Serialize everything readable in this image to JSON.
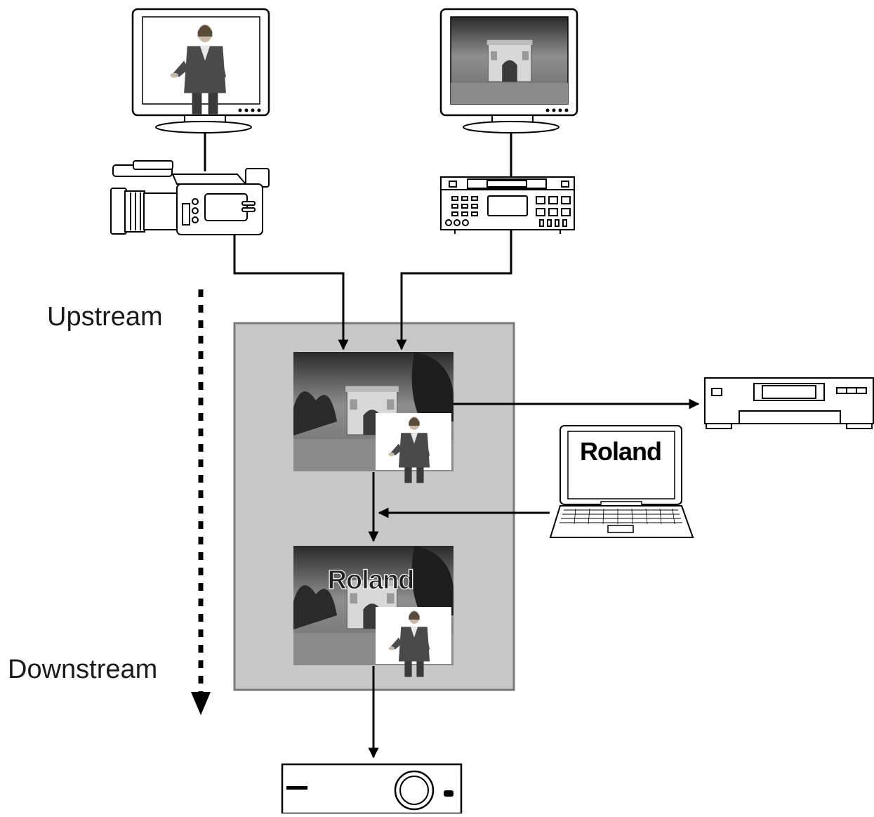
{
  "labels": {
    "upstream": "Upstream",
    "downstream": "Downstream"
  },
  "branding": {
    "laptop_screen_text": "Roland",
    "overlay_text": "Roland"
  },
  "colors": {
    "mixer_box_fill": "#c8c8c8",
    "mixer_box_stroke": "#7a7a7a",
    "line": "#000000"
  },
  "devices": [
    {
      "name": "presenter-monitor-icon"
    },
    {
      "name": "landmark-monitor-icon"
    },
    {
      "name": "video-camera-icon"
    },
    {
      "name": "video-deck-icon"
    },
    {
      "name": "recorder-deck-icon"
    },
    {
      "name": "laptop-icon"
    },
    {
      "name": "projector-icon"
    }
  ]
}
